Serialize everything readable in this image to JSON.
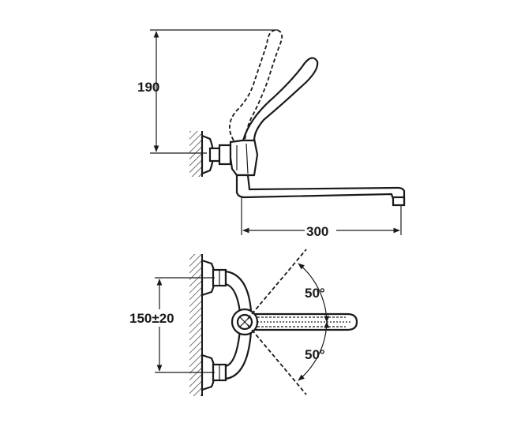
{
  "dimensions": {
    "height_label": "190",
    "length_label": "300",
    "spacing_label": "150±20",
    "angle_up_label": "50°",
    "angle_down_label": "50°"
  },
  "colors": {
    "ink": "#1a1a1a",
    "background": "#ffffff"
  }
}
